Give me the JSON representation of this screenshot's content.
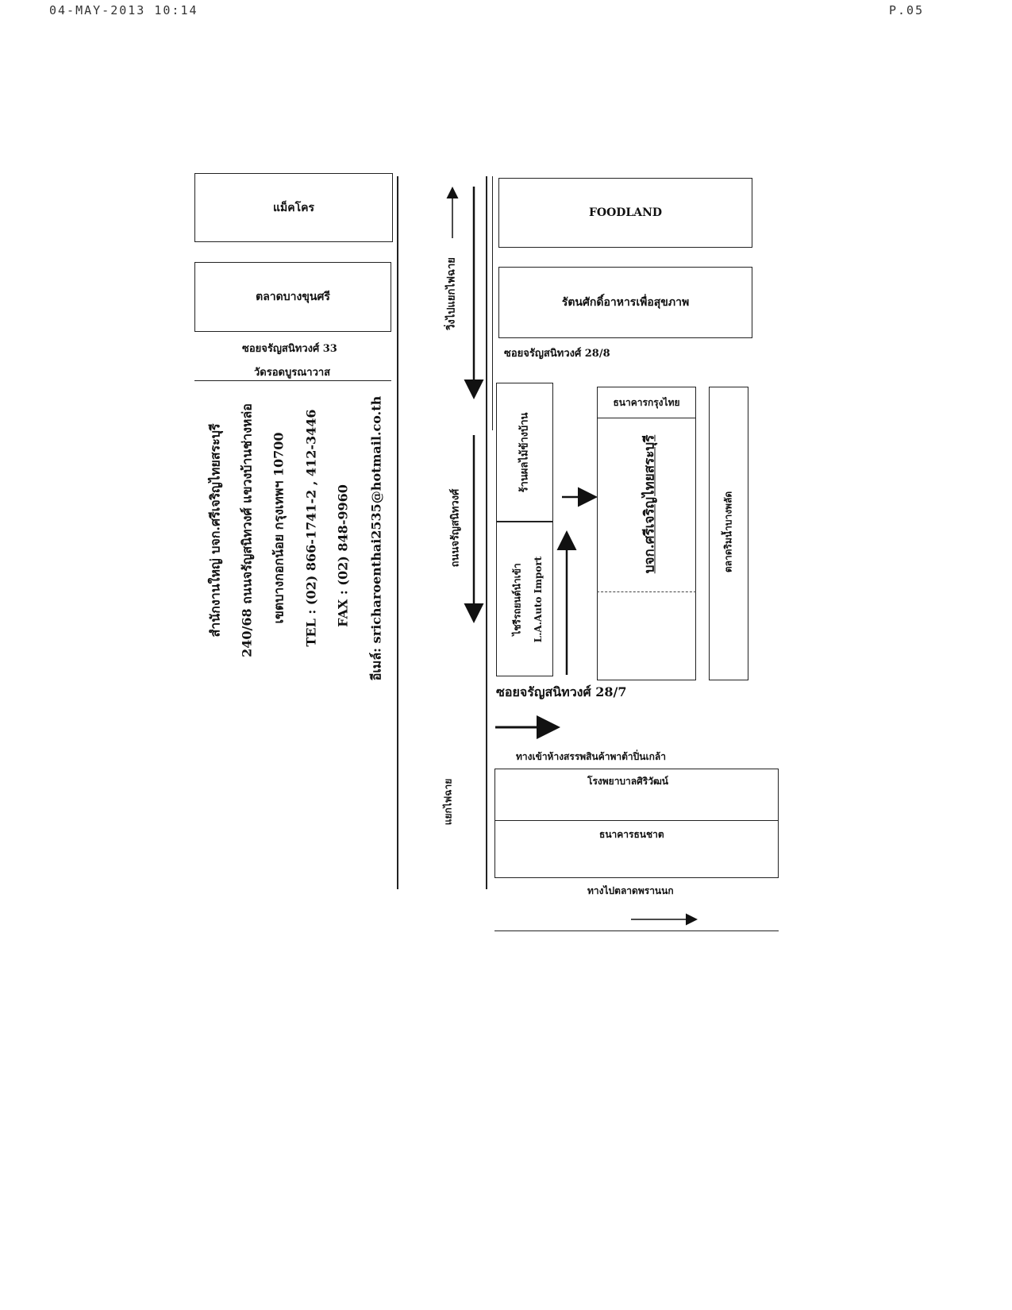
{
  "fax": {
    "timestamp": "04-MAY-2013  10:14",
    "page": "P.05"
  },
  "left_side": {
    "shop_top": "แม็คโคร",
    "shop_second": "ตลาดบางขุนศรี",
    "soi_33": "ซอยจรัญสนิทวงศ์ 33",
    "temple": "วัดรอดบูรณาวาส",
    "address_lines": [
      "สำนักงานใหญ่ บจก.ศรีเจริญไทยสระบุรี",
      "240/68  ถนนจรัญสนิทวงศ์  แขวงบ้านช่างหล่อ",
      "เขตบางกอกน้อย  กรุงเทพฯ  10700",
      "TEL : (02) 866-1741-2 , 412-3446",
      "FAX : (02)  848-9960",
      "อีเมล์: sricharoenthai2535@hotmail.co.th"
    ]
  },
  "roads": {
    "road_top_vertical": "วิ่งไปแยกไฟฉาย",
    "charan_road": "ถนนจรัญสนิทวงศ์",
    "road_bottom_vertical": "แยกไฟฉาย"
  },
  "right_side": {
    "foodland": "FOODLAND",
    "ratanasak": "รัตนศักดิ์อาหารเพื่อสุขภาพ",
    "soi_28_8": "ซอยจรัญสนิทวงศ์ 28/8",
    "shop_fruit": "ร้านผลไม้ข้างบ้าน",
    "shop_auto": "ไชรีรถยนต์นำเข้า",
    "shop_auto_en": "L.A.Auto Import",
    "bank_top": "ธนาคารกรุงไทย",
    "main_company": "บจก.ศรีเจริญไทยสระบุรี",
    "right_strip": "ตลาดริมน้ำบางพลัด",
    "soi_28_7": "ซอยจรัญสนิทวงศ์ 28/7",
    "mall_label": "ทางเข้าห้างสรรพสินค้าพาต้าปิ่นเกล้า",
    "hospital": "โรงพยาบาลศิริวัฒน์",
    "bank_bottom": "ธนาคารธนชาต",
    "to_market": "ทางไปตลาดพรานนก"
  }
}
